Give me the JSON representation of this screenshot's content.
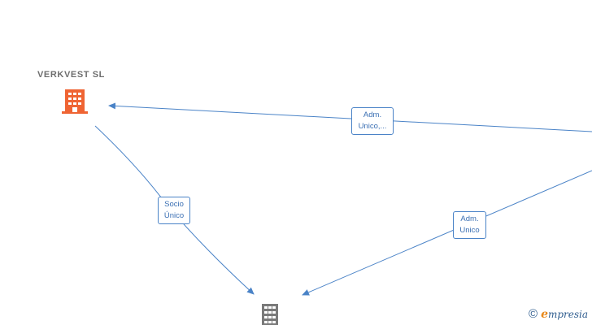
{
  "nodes": {
    "company_top": {
      "name": "VERKVEST  SL",
      "icon": "building-icon",
      "color": "#ef6433"
    },
    "company_bottom": {
      "name": "",
      "icon": "building-icon",
      "color": "#7a7a7a"
    }
  },
  "edges": {
    "adm_unico_top": {
      "line1": "Adm.",
      "line2": "Unico,..."
    },
    "socio_unico": {
      "line1": "Socio",
      "line2": "Único"
    },
    "adm_unico_bottom": {
      "line1": "Adm.",
      "line2": "Unico"
    }
  },
  "colors": {
    "edge": "#4a83c7",
    "label_text": "#3a6fb3"
  },
  "watermark": {
    "symbol": "©",
    "e": "e",
    "brand": "mpresia"
  }
}
